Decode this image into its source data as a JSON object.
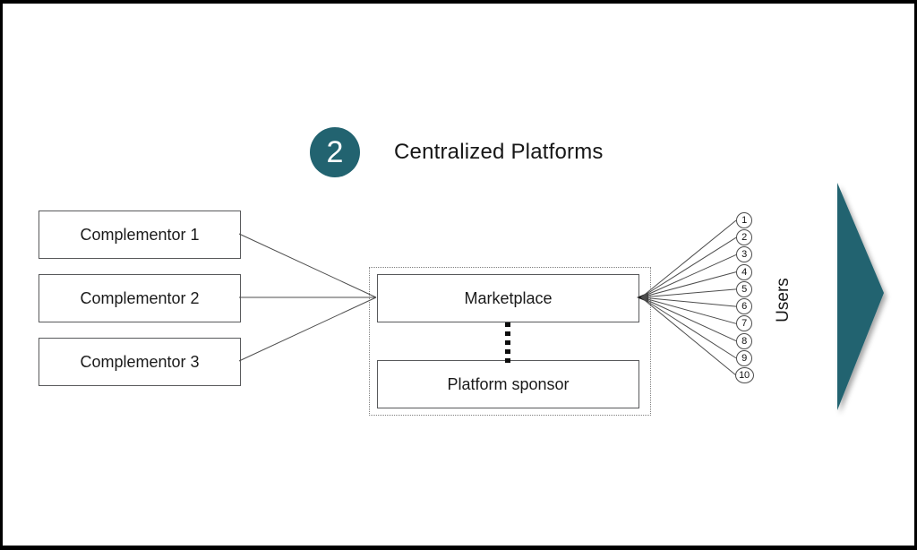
{
  "slide": {
    "step_number": "2",
    "title": "Centralized Platforms"
  },
  "complementors": [
    {
      "label": "Complementor 1"
    },
    {
      "label": "Complementor 2"
    },
    {
      "label": "Complementor 3"
    }
  ],
  "platform": {
    "marketplace_label": "Marketplace",
    "sponsor_label": "Platform sponsor"
  },
  "users": {
    "axis_label": "Users",
    "items": [
      "1",
      "2",
      "3",
      "4",
      "5",
      "6",
      "7",
      "8",
      "9",
      "10"
    ]
  },
  "colors": {
    "accent_teal": "#226370",
    "line_gray": "#4d4d4d"
  }
}
